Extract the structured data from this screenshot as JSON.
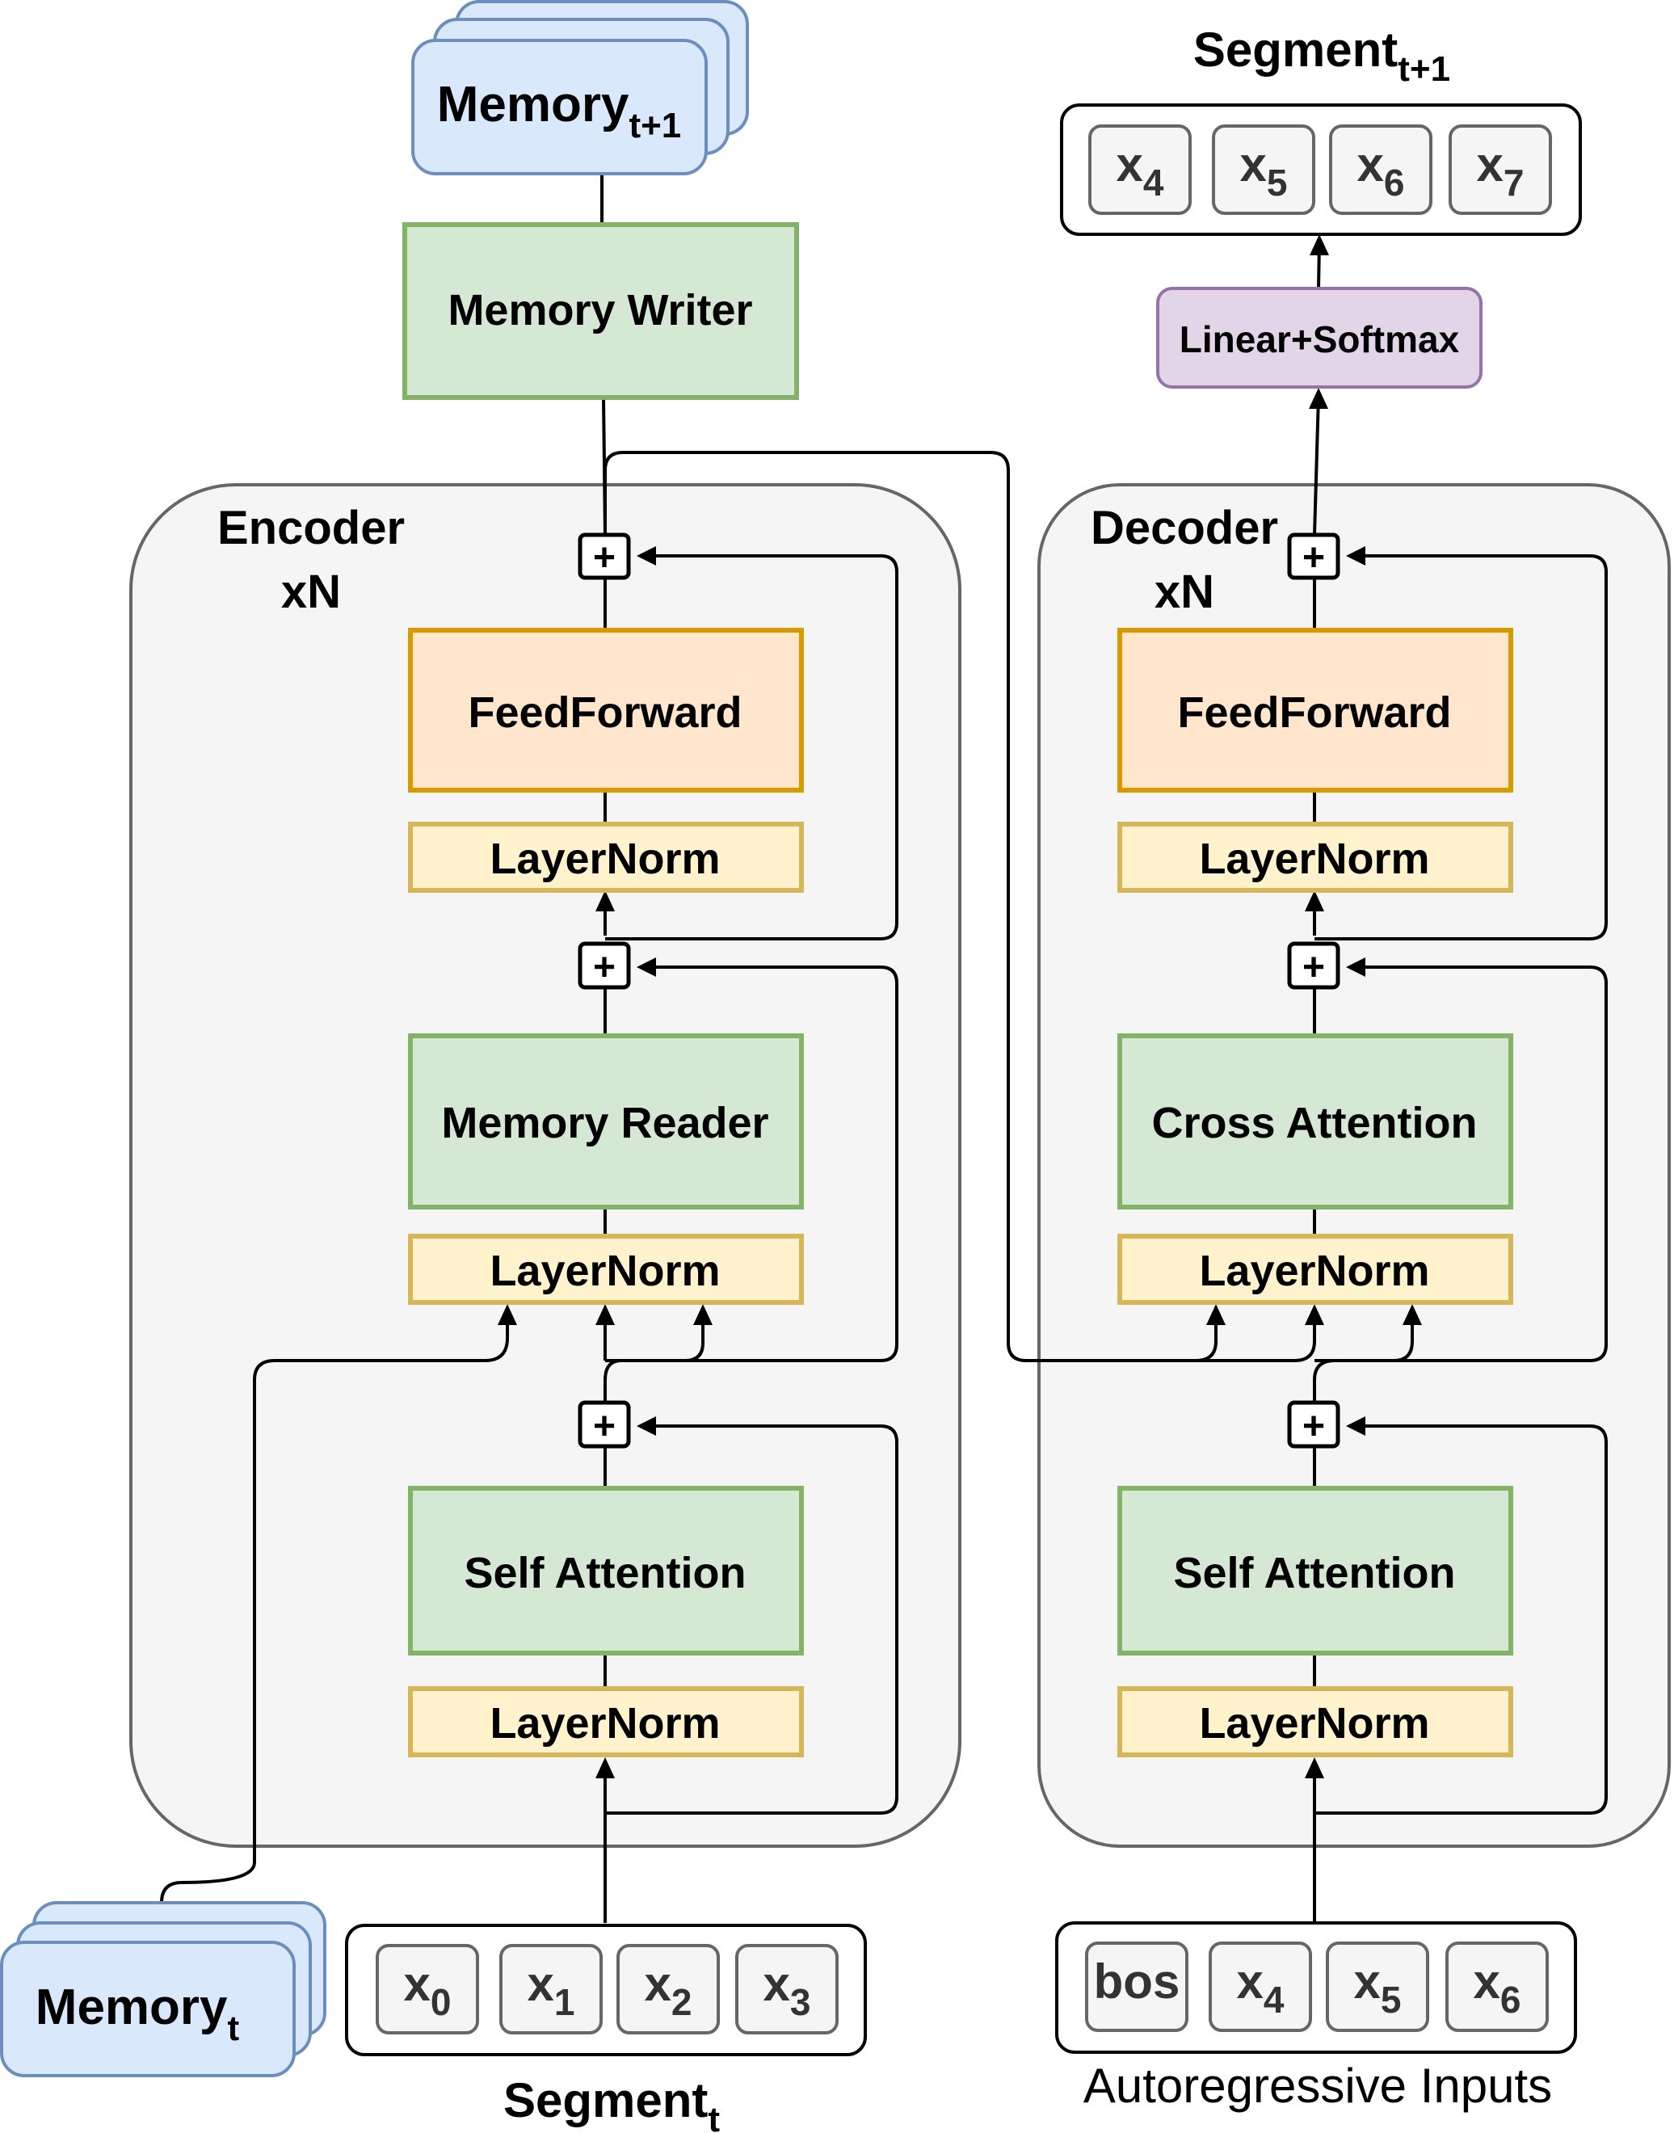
{
  "encoder": {
    "title_line1": "Encoder",
    "title_line2": "xN",
    "feedforward": "FeedForward",
    "layernorm": "LayerNorm",
    "memory_reader": "Memory Reader",
    "self_attention": "Self Attention",
    "plus": "+"
  },
  "decoder": {
    "title_line1": "Decoder",
    "title_line2": "xN",
    "feedforward": "FeedForward",
    "layernorm": "LayerNorm",
    "cross_attention": "Cross Attention",
    "self_attention": "Self Attention",
    "plus": "+"
  },
  "memory_writer": "Memory Writer",
  "linear_softmax": "Linear+Softmax",
  "memory_next": {
    "base": "Memory",
    "sub": "t+1"
  },
  "memory_current": {
    "base": "Memory",
    "sub": "t"
  },
  "segment_current": {
    "label": {
      "base": "Segment",
      "sub": "t"
    },
    "tokens": [
      {
        "base": "x",
        "sub": "0"
      },
      {
        "base": "x",
        "sub": "1"
      },
      {
        "base": "x",
        "sub": "2"
      },
      {
        "base": "x",
        "sub": "3"
      }
    ]
  },
  "segment_next": {
    "label": {
      "base": "Segment",
      "sub": "t+1"
    },
    "tokens": [
      {
        "base": "x",
        "sub": "4"
      },
      {
        "base": "x",
        "sub": "5"
      },
      {
        "base": "x",
        "sub": "6"
      },
      {
        "base": "x",
        "sub": "7"
      }
    ]
  },
  "autoregressive": {
    "label": "Autoregressive Inputs",
    "tokens": [
      {
        "base": "bos",
        "sub": ""
      },
      {
        "base": "x",
        "sub": "4"
      },
      {
        "base": "x",
        "sub": "5"
      },
      {
        "base": "x",
        "sub": "6"
      }
    ]
  },
  "colors": {
    "green_fill": "#d5e8d4",
    "green_stroke": "#82b366",
    "orange_fill": "#ffe6cc",
    "orange_stroke": "#d79b00",
    "yellow_fill": "#fff2cc",
    "yellow_stroke": "#d6b656",
    "blue_fill": "#dae8fc",
    "blue_stroke": "#6c8ebf",
    "purple_fill": "#e1d5e7",
    "purple_stroke": "#9673a6",
    "container_fill": "#f5f5f5",
    "container_stroke": "#666666"
  }
}
